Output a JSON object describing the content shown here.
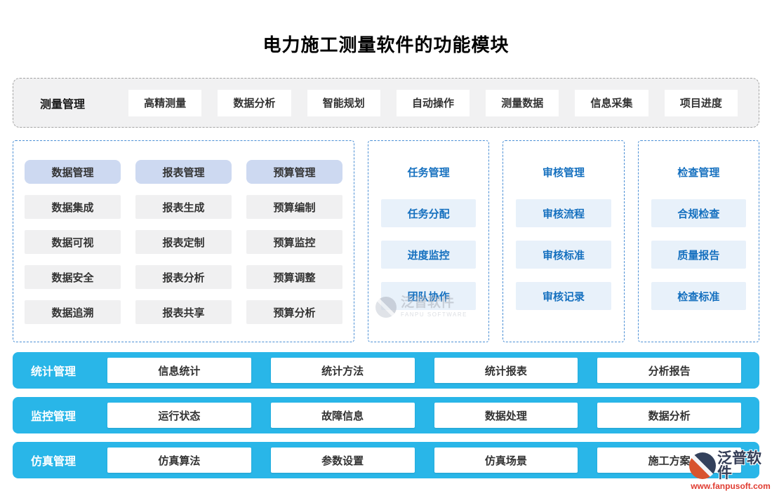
{
  "title": "电力施工测量软件的功能模块",
  "colors": {
    "accent_blue": "#1570bf",
    "cyan": "#29b6e8",
    "panel_border_blue": "#4b8fd5",
    "header_chip_bg": "#cdd9f1",
    "gray_chip_bg": "#f0f0f1",
    "blue_chip_bg": "#e8f1fa",
    "logo_red": "#e03c31"
  },
  "top_panel": {
    "label": "测量管理",
    "items": [
      "高精测量",
      "数据分析",
      "智能规划",
      "自动操作",
      "测量数据",
      "信息采集",
      "项目进度"
    ]
  },
  "left_panel": {
    "columns": [
      {
        "header": "数据管理",
        "items": [
          "数据集成",
          "数据可视",
          "数据安全",
          "数据追溯"
        ]
      },
      {
        "header": "报表管理",
        "items": [
          "报表生成",
          "报表定制",
          "报表分析",
          "报表共享"
        ]
      },
      {
        "header": "预算管理",
        "items": [
          "预算编制",
          "预算监控",
          "预算调整",
          "预算分析"
        ]
      }
    ]
  },
  "mid_panels": [
    {
      "header": "任务管理",
      "items": [
        "任务分配",
        "进度监控",
        "团队协作"
      ]
    },
    {
      "header": "审核管理",
      "items": [
        "审核流程",
        "审核标准",
        "审核记录"
      ]
    },
    {
      "header": "检查管理",
      "items": [
        "合规检查",
        "质量报告",
        "检查标准"
      ]
    }
  ],
  "bottom_rows": [
    {
      "label": "统计管理",
      "items": [
        "信息统计",
        "统计方法",
        "统计报表",
        "分析报告"
      ]
    },
    {
      "label": "监控管理",
      "items": [
        "运行状态",
        "故障信息",
        "数据处理",
        "数据分析"
      ]
    },
    {
      "label": "仿真管理",
      "items": [
        "仿真算法",
        "参数设置",
        "仿真场景",
        "施工方案"
      ]
    }
  ],
  "watermark": {
    "text": "泛普软件",
    "subtext": "FANPU SOFTWARE"
  },
  "brand": {
    "text": "泛普软件",
    "url": "www.fanpusoft.com"
  }
}
